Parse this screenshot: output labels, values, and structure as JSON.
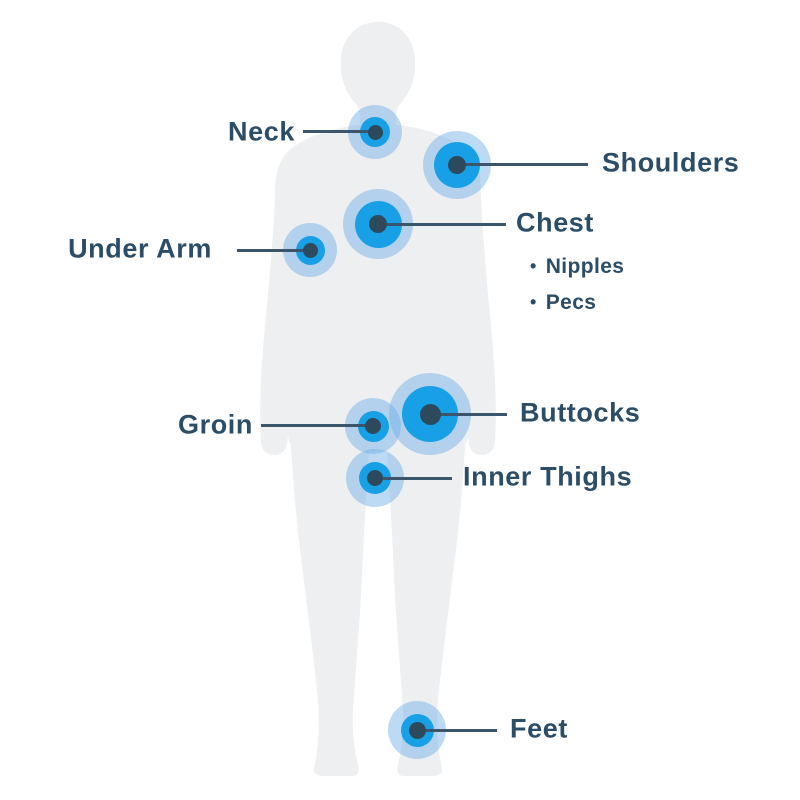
{
  "figure": {
    "type": "body-treatment-areas-diagram",
    "bullet_char": "•"
  },
  "colors": {
    "background": "#ffffff",
    "body_silhouette": "#edeff1",
    "halo_circle": "#6caee9",
    "spot_circle": "#18a0e6",
    "center_dot": "#2d4a5c",
    "connector_line": "#3b566c",
    "label_text": "#2b4d68"
  },
  "markers": [
    {
      "id": "neck",
      "label": "Neck"
    },
    {
      "id": "shoulders",
      "label": "Shoulders"
    },
    {
      "id": "chest",
      "label": "Chest",
      "sub": [
        "Nipples",
        "Pecs"
      ]
    },
    {
      "id": "under-arm",
      "label": "Under Arm"
    },
    {
      "id": "groin",
      "label": "Groin"
    },
    {
      "id": "buttocks",
      "label": "Buttocks"
    },
    {
      "id": "inner-thighs",
      "label": "Inner Thighs"
    },
    {
      "id": "feet",
      "label": "Feet"
    }
  ]
}
